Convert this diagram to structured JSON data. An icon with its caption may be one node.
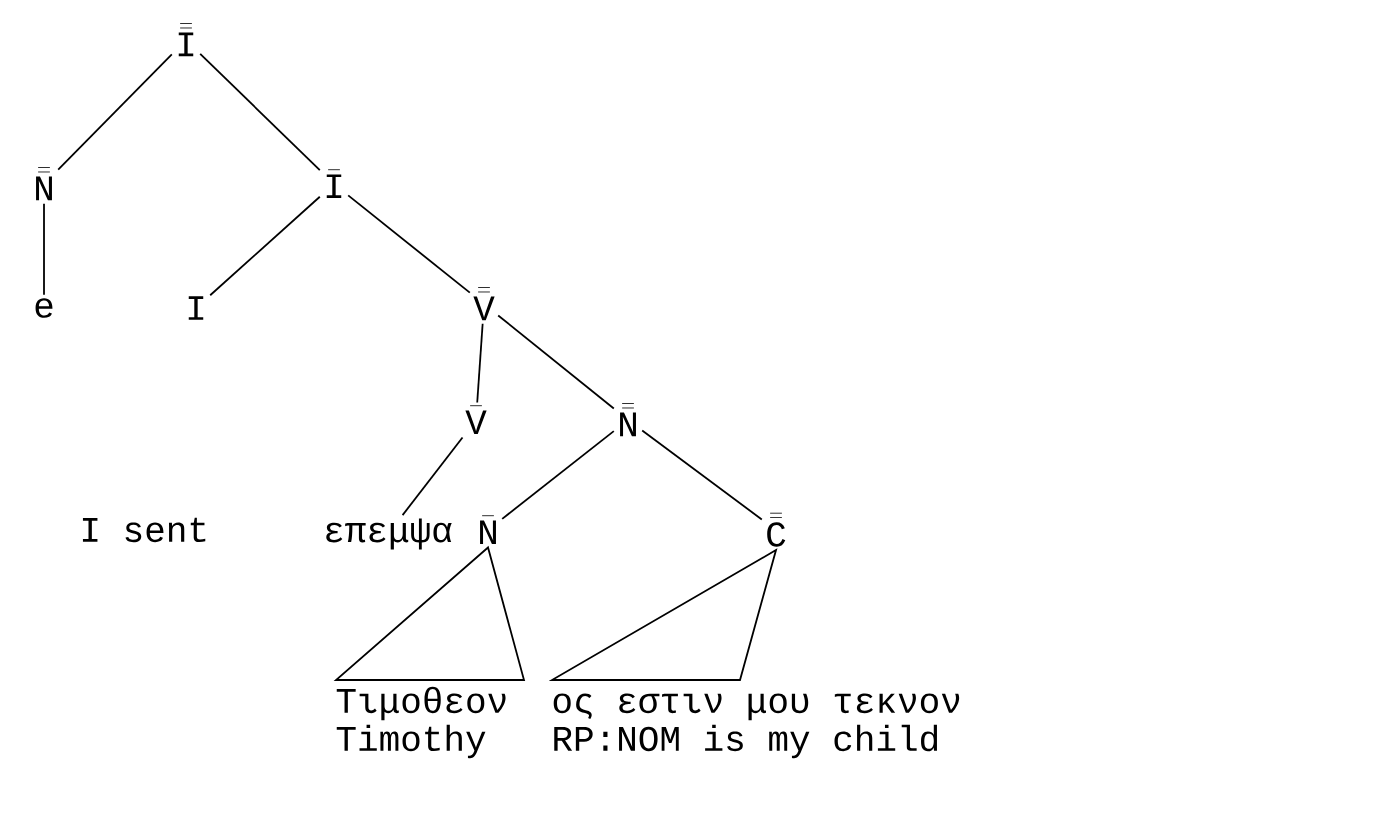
{
  "diagram": {
    "nodes": [
      {
        "text": [
          "\\bar{\\bar{\\mathrm{I}}}"
        ]
      },
      {
        "text": [
          "\\bar{\\bar{\\mathrm{N}}}"
        ]
      },
      {
        "text": [
          "e"
        ]
      },
      {
        "text": [
          "\\bar{\\mathrm{I}}"
        ]
      },
      {
        "text": [
          "I"
        ]
      },
      {
        "text": [
          "\\bar{\\bar{\\mathrm{V}}}"
        ]
      },
      {
        "text": [
          "\\bar{\\mathrm{V}}"
        ]
      },
      {
        "text": [
          "\\bar{\\bar{\\mathrm{N}}}"
        ]
      },
      {
        "text": [
          "επεμψα"
        ],
        "beside": [
          "I sent"
        ]
      },
      {
        "text": [
          "\\bar{\\mathrm{N}}"
        ]
      },
      {
        "text": [
          "\\bar{\\bar{\\mathrm{C}}}"
        ]
      },
      {
        "text": [
          "Τιμοθεον",
          "Timothy"
        ]
      },
      {
        "text": [
          "ος εστιν μου τεκνον",
          "RP:NOM is my child"
        ]
      }
    ],
    "edges": [
      {
        "from": 0,
        "to": 1,
        "arrow": "none"
      },
      {
        "from": 0,
        "to": 3,
        "arrow": "none"
      },
      {
        "from": 1,
        "to": 2,
        "arrow": "none"
      },
      {
        "from": 3,
        "to": 4,
        "arrow": "none"
      },
      {
        "from": 3,
        "to": 5,
        "arrow": "none"
      },
      {
        "from": 5,
        "to": 6,
        "arrow": "none"
      },
      {
        "from": 5,
        "to": 7,
        "arrow": "none"
      },
      {
        "from": 6,
        "to": 8,
        "arrow": "none"
      },
      {
        "from": 7,
        "to": 9,
        "arrow": "none"
      },
      {
        "from": 7,
        "to": 10,
        "arrow": "none"
      },
      {
        "from": 9,
        "to": 11,
        "arrow": "none"
      },
      {
        "from": 10,
        "to": 12,
        "arrow": "none"
      }
    ]
  }
}
